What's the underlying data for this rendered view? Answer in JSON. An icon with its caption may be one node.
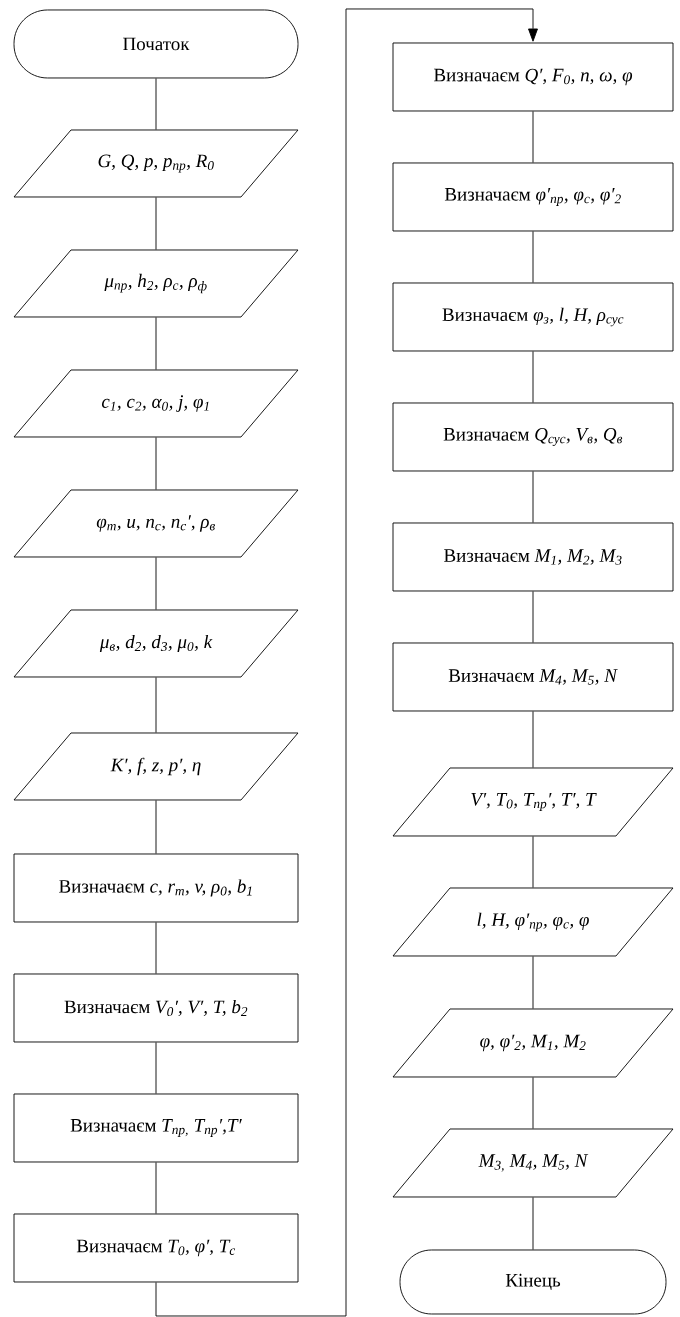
{
  "diagram": {
    "nodes": [
      {
        "text": [
          "Початок"
        ]
      },
      {
        "text": [
          "G, Q, p, p$_{пр}$, R$_{0}$"
        ]
      },
      {
        "text": [
          "μ$_{пр}$, h$_{2}$, ρ$_{c}$, ρ$_{ф}$"
        ]
      },
      {
        "text": [
          "c$_{1}$, c$_{2}$, α$_{0}$, j, φ$_{1}$"
        ]
      },
      {
        "text": [
          "φ$_{т}$, u, n$_{c}$, n$_{c}$′, ρ$_{в}$"
        ]
      },
      {
        "text": [
          "μ$_{в}$, d$_{2}$, d$_{3}$, μ$_{0}$, k"
        ]
      },
      {
        "text": [
          "K′, f, z, p′, η"
        ]
      },
      {
        "text": [
          "Визначаєм *c, r$_{т}$, v, ρ$_{0}$, b$_{1}$*"
        ]
      },
      {
        "text": [
          "Визначаєм *V$_{0}$′, V′, T, b$_{2}$*"
        ]
      },
      {
        "text": [
          "Визначаєм *T$_{пр,}$ T$_{пр}$′,T′*"
        ]
      },
      {
        "text": [
          "Визначаєм *T$_{0}$, φ′, T$_{c}$*"
        ]
      },
      {
        "text": [
          "Визначаєм *Q′, F$_{0}$, n, ω, φ*"
        ]
      },
      {
        "text": [
          "Визначаєм *φ′$_{пр}$, φ$_{c}$, φ′$_{2}$*"
        ]
      },
      {
        "text": [
          "Визначаєм *φ$_{з}$, l, H, ρ$_{сус}$*"
        ]
      },
      {
        "text": [
          "Визначаєм *Q$_{сус}$, V$_{в}$, Q$_{в}$*"
        ]
      },
      {
        "text": [
          "Визначаєм *M$_{1}$, M$_{2}$, M$_{3}$*"
        ]
      },
      {
        "text": [
          "Визначаєм *M$_{4}$, M$_{5}$, N*"
        ]
      },
      {
        "text": [
          "V′, T$_{0}$, T$_{пр}$′, T′, T"
        ]
      },
      {
        "text": [
          "l, H, φ′$_{пр}$, φ$_{c}$, φ"
        ]
      },
      {
        "text": [
          "φ, φ′$_{2}$, M$_{1}$, M$_{2}$"
        ]
      },
      {
        "text": [
          "M$_{3,}$ M$_{4}$, M$_{5}$, N"
        ]
      },
      {
        "text": [
          "Кінець"
        ]
      }
    ],
    "edges": [
      {
        "from": 0,
        "to": 1,
        "arrow": "none"
      },
      {
        "from": 1,
        "to": 2,
        "arrow": "none"
      },
      {
        "from": 2,
        "to": 3,
        "arrow": "none"
      },
      {
        "from": 3,
        "to": 4,
        "arrow": "none"
      },
      {
        "from": 4,
        "to": 5,
        "arrow": "none"
      },
      {
        "from": 5,
        "to": 6,
        "arrow": "none"
      },
      {
        "from": 6,
        "to": 7,
        "arrow": "none"
      },
      {
        "from": 7,
        "to": 8,
        "arrow": "none"
      },
      {
        "from": 8,
        "to": 9,
        "arrow": "none"
      },
      {
        "from": 9,
        "to": 10,
        "arrow": "none"
      },
      {
        "from": 10,
        "to": 11,
        "arrow": "to"
      },
      {
        "from": 11,
        "to": 12,
        "arrow": "none"
      },
      {
        "from": 12,
        "to": 13,
        "arrow": "none"
      },
      {
        "from": 13,
        "to": 14,
        "arrow": "none"
      },
      {
        "from": 14,
        "to": 15,
        "arrow": "none"
      },
      {
        "from": 15,
        "to": 16,
        "arrow": "none"
      },
      {
        "from": 16,
        "to": 17,
        "arrow": "none"
      },
      {
        "from": 17,
        "to": 18,
        "arrow": "none"
      },
      {
        "from": 18,
        "to": 19,
        "arrow": "none"
      },
      {
        "from": 19,
        "to": 20,
        "arrow": "none"
      },
      {
        "from": 20,
        "to": 21,
        "arrow": "none"
      }
    ]
  }
}
